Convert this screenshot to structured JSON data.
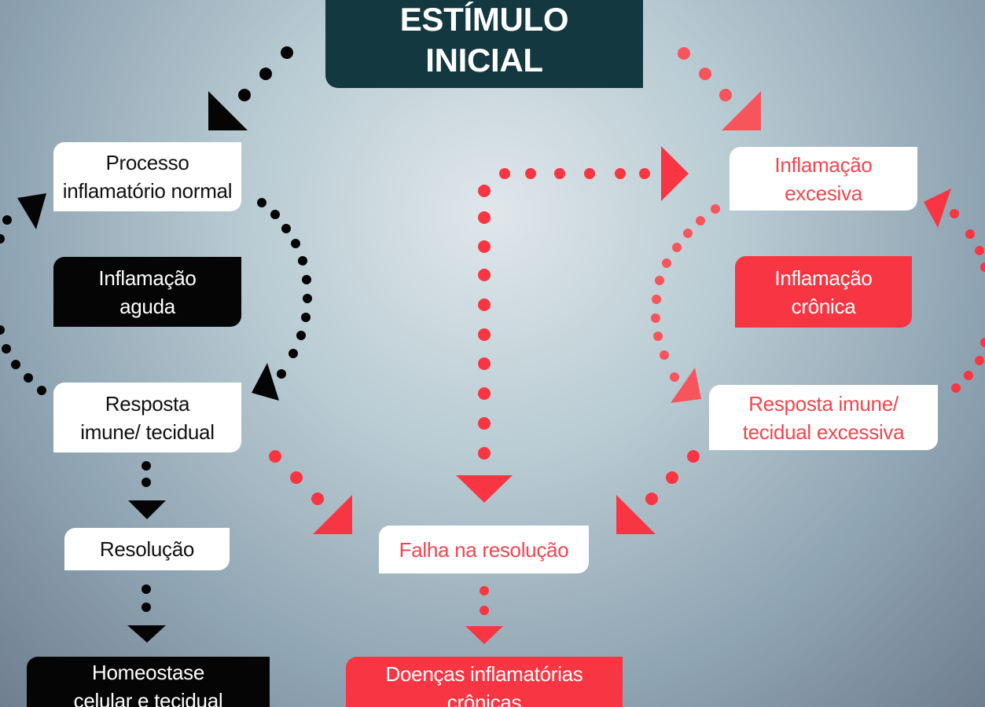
{
  "nodes": {
    "estimulo_inicial": "ESTÍMULO\nINICIAL",
    "processo_normal": "Processo\ninflamatório normal",
    "inflamacao_aguda": "Inflamação\naguda",
    "resposta_imune": "Resposta\nimune/ tecidual",
    "resolucao": "Resolução",
    "homeostase": "Homeostase\ncelular e tecidual",
    "inflamacao_excesiva": "Inflamação\nexcesiva",
    "inflamacao_cronica": "Inflamação\ncrônica",
    "resposta_excessiva": "Resposta imune/\ntecidual excessiva",
    "falha_resolucao": "Falha na resolução",
    "doencas_cronicas": "Doenças inflamatórias\ncrônicas"
  },
  "colors": {
    "dark_teal": "#143840",
    "black": "#050505",
    "red": "#f83643",
    "red_text": "#f1464f",
    "white": "#ffffff"
  }
}
